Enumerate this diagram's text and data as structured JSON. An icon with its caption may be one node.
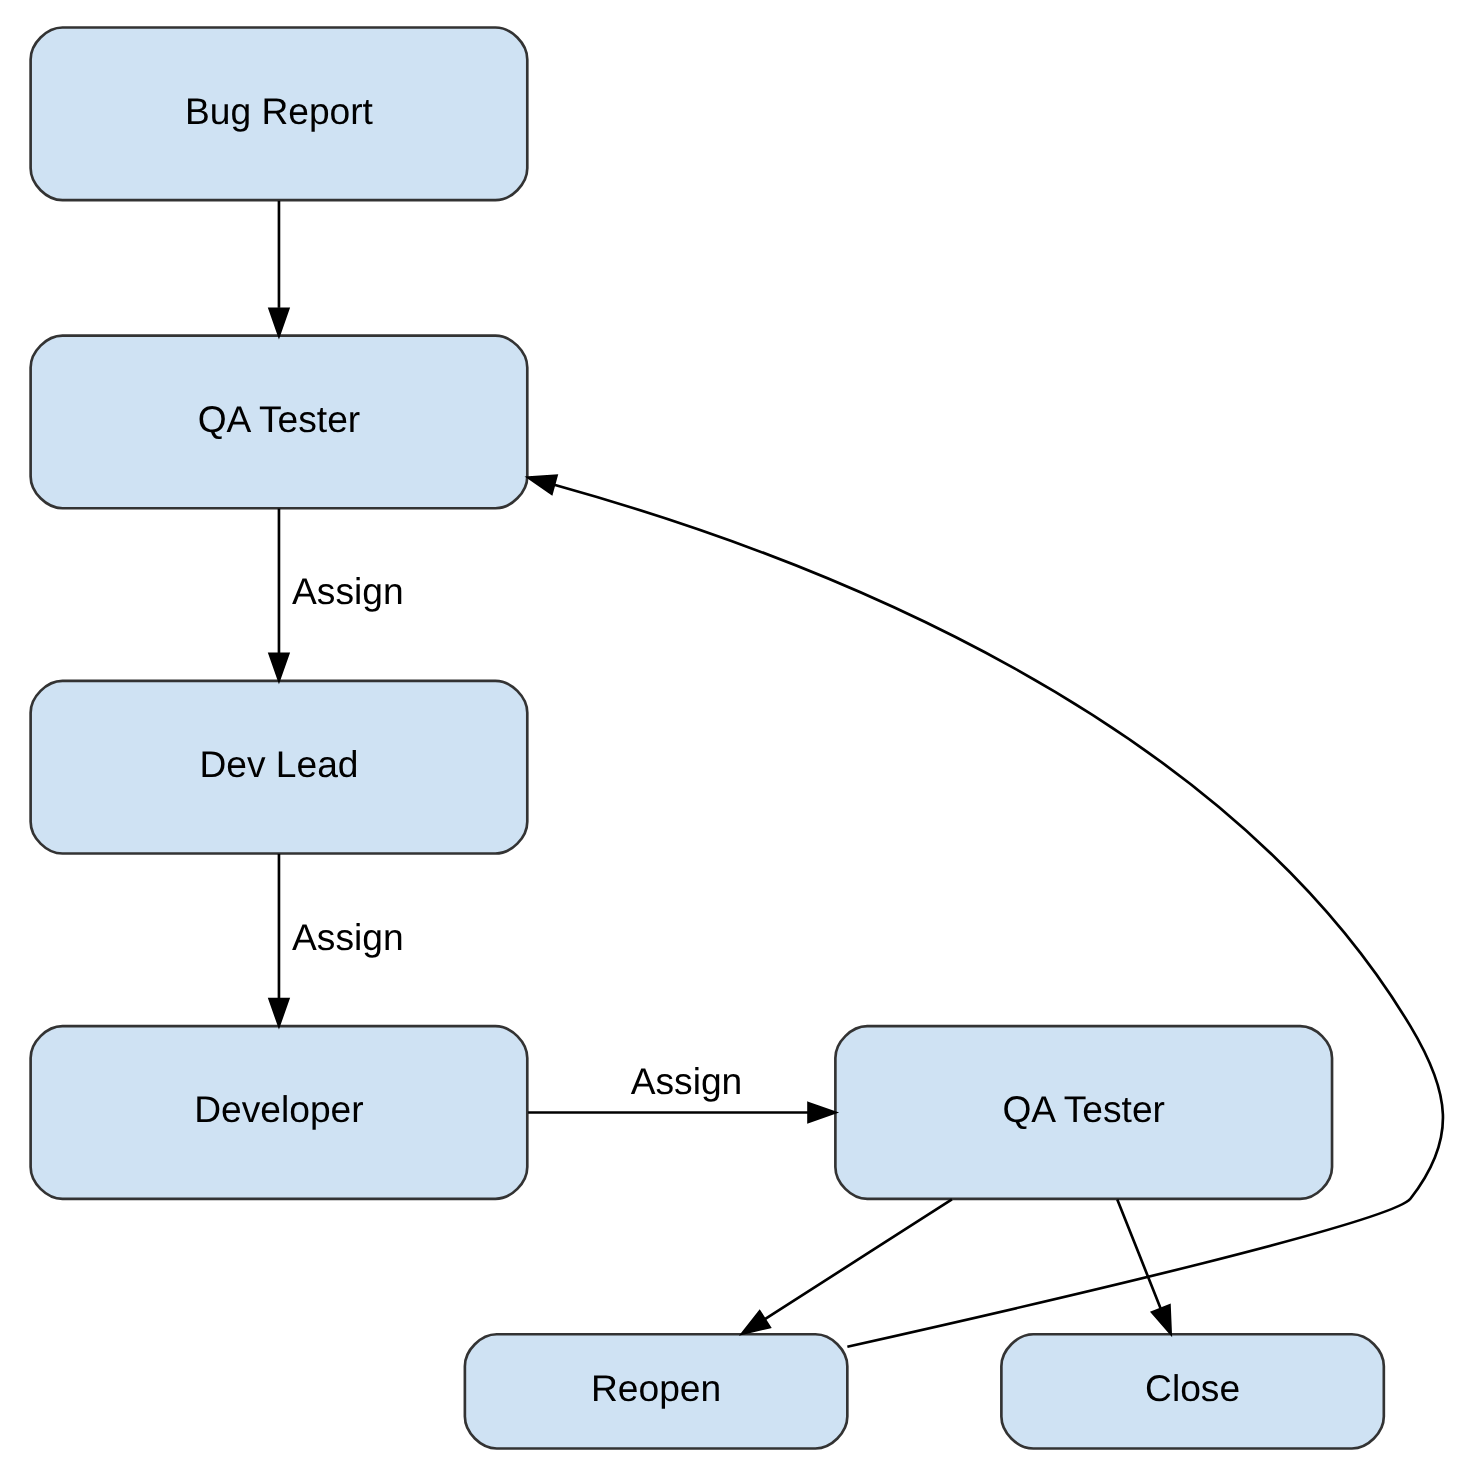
{
  "diagram": {
    "nodes": [
      {
        "text": [
          "Bug Report"
        ]
      },
      {
        "text": [
          "QA Tester"
        ]
      },
      {
        "text": [
          "Dev Lead"
        ]
      },
      {
        "text": [
          "Developer"
        ]
      },
      {
        "text": [
          "QA Tester"
        ]
      },
      {
        "text": [
          "Reopen"
        ]
      },
      {
        "text": [
          "Close"
        ]
      }
    ],
    "edges": [
      {
        "from": 0,
        "to": 1,
        "arrow": "to"
      },
      {
        "from": 1,
        "to": 2,
        "arrow": "to",
        "label": "Assign"
      },
      {
        "from": 2,
        "to": 3,
        "arrow": "to",
        "label": "Assign"
      },
      {
        "from": 3,
        "to": 4,
        "arrow": "to",
        "label": "Assign"
      },
      {
        "from": 4,
        "to": 5,
        "arrow": "to"
      },
      {
        "from": 4,
        "to": 6,
        "arrow": "to"
      },
      {
        "from": 5,
        "to": 1,
        "arrow": "to"
      }
    ]
  }
}
